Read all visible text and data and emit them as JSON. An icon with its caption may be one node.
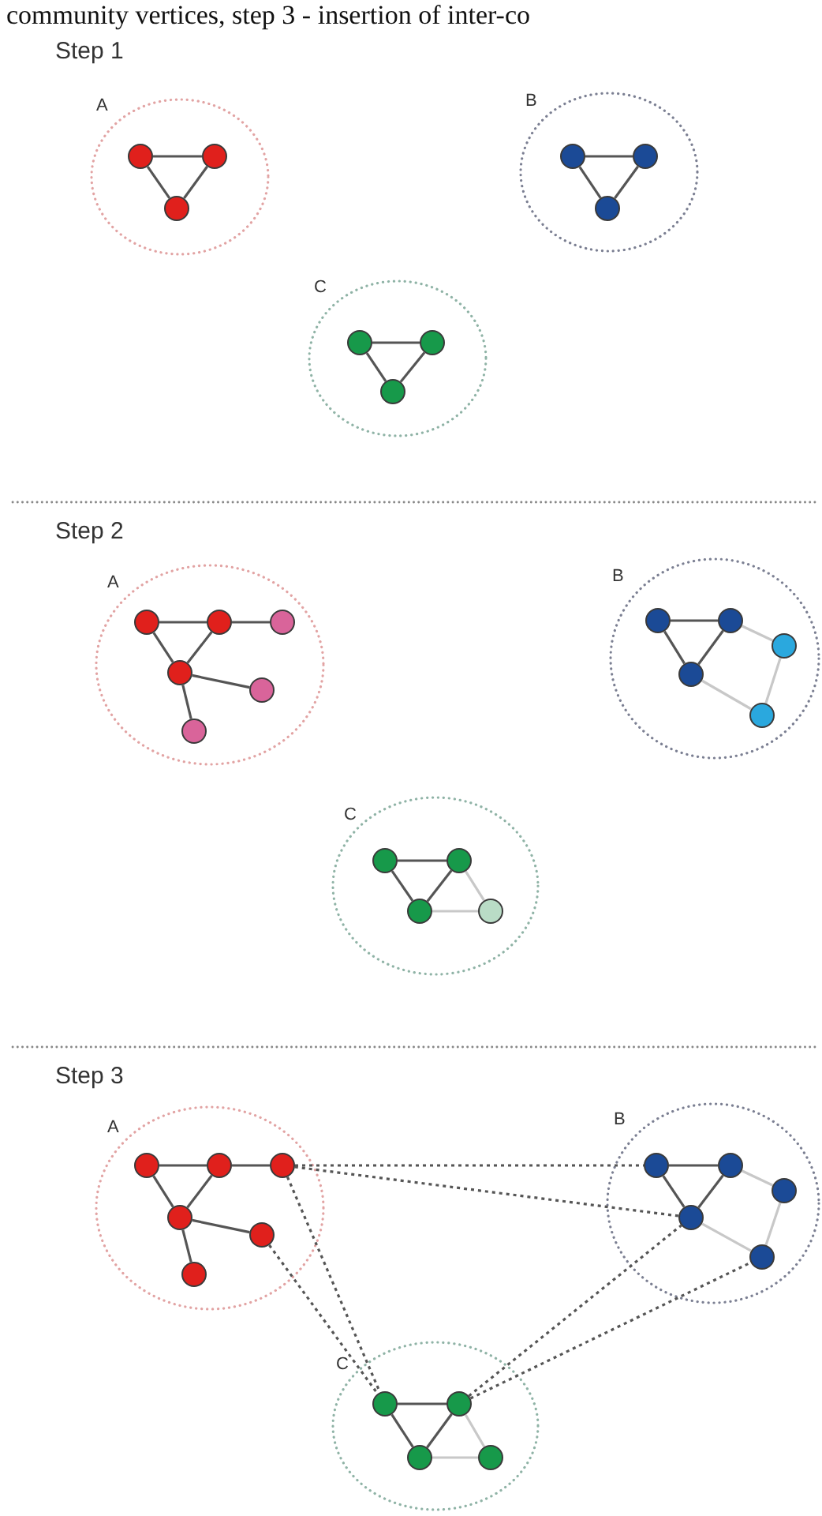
{
  "diagram": {
    "nodes": [
      {
        "text": [
          "Step 1"
        ]
      },
      {
        "text": [
          "A"
        ],
        "in": 0
      },
      {
        "text": [],
        "shape": "circle",
        "in": 1
      },
      {
        "text": [],
        "shape": "circle",
        "in": 1
      },
      {
        "text": [],
        "shape": "circle",
        "in": 1
      },
      {
        "text": [
          "B"
        ],
        "in": 0
      },
      {
        "text": [],
        "shape": "circle",
        "in": 5
      },
      {
        "text": [],
        "shape": "circle",
        "in": 5
      },
      {
        "text": [],
        "shape": "circle",
        "in": 5
      },
      {
        "text": [
          "C"
        ],
        "in": 0
      },
      {
        "text": [],
        "shape": "circle",
        "in": 9
      },
      {
        "text": [],
        "shape": "circle",
        "in": 9
      },
      {
        "text": [],
        "shape": "circle",
        "in": 9
      },
      {
        "text": [
          "Step 2"
        ]
      },
      {
        "text": [
          "A"
        ],
        "in": 13
      },
      {
        "text": [],
        "shape": "circle",
        "in": 14
      },
      {
        "text": [],
        "shape": "circle",
        "in": 14
      },
      {
        "text": [],
        "shape": "circle",
        "in": 14
      },
      {
        "text": [],
        "shape": "circle",
        "in": 14
      },
      {
        "text": [],
        "shape": "circle",
        "in": 14
      },
      {
        "text": [],
        "shape": "circle",
        "in": 14
      },
      {
        "text": [
          "B"
        ],
        "in": 13
      },
      {
        "text": [],
        "shape": "circle",
        "in": 21
      },
      {
        "text": [],
        "shape": "circle",
        "in": 21
      },
      {
        "text": [],
        "shape": "circle",
        "in": 21
      },
      {
        "text": [],
        "shape": "circle",
        "in": 21
      },
      {
        "text": [],
        "shape": "circle",
        "in": 21
      },
      {
        "text": [
          "C"
        ],
        "in": 13
      },
      {
        "text": [],
        "shape": "circle",
        "in": 27
      },
      {
        "text": [],
        "shape": "circle",
        "in": 27
      },
      {
        "text": [],
        "shape": "circle",
        "in": 27
      },
      {
        "text": [],
        "shape": "circle",
        "in": 27
      },
      {
        "text": [
          "Step 3"
        ]
      },
      {
        "text": [
          "A"
        ],
        "in": 32
      },
      {
        "text": [],
        "shape": "circle",
        "in": 33
      },
      {
        "text": [],
        "shape": "circle",
        "in": 33
      },
      {
        "text": [],
        "shape": "circle",
        "in": 33
      },
      {
        "text": [],
        "shape": "circle",
        "in": 33
      },
      {
        "text": [],
        "shape": "circle",
        "in": 33
      },
      {
        "text": [],
        "shape": "circle",
        "in": 33
      },
      {
        "text": [
          "B"
        ],
        "in": 32
      },
      {
        "text": [],
        "shape": "circle",
        "in": 40
      },
      {
        "text": [],
        "shape": "circle",
        "in": 40
      },
      {
        "text": [],
        "shape": "circle",
        "in": 40
      },
      {
        "text": [],
        "shape": "circle",
        "in": 40
      },
      {
        "text": [],
        "shape": "circle",
        "in": 40
      },
      {
        "text": [
          "C"
        ],
        "in": 32
      },
      {
        "text": [],
        "shape": "circle",
        "in": 46
      },
      {
        "text": [],
        "shape": "circle",
        "in": 46
      },
      {
        "text": [],
        "shape": "circle",
        "in": 46
      },
      {
        "text": [],
        "shape": "circle",
        "in": 46
      }
    ],
    "edges": [
      {
        "from": 2,
        "to": 3,
        "arrow": "none"
      },
      {
        "from": 2,
        "to": 4,
        "arrow": "none"
      },
      {
        "from": 3,
        "to": 4,
        "arrow": "none"
      },
      {
        "from": 6,
        "to": 7,
        "arrow": "none"
      },
      {
        "from": 6,
        "to": 8,
        "arrow": "none"
      },
      {
        "from": 7,
        "to": 8,
        "arrow": "none"
      },
      {
        "from": 10,
        "to": 11,
        "arrow": "none"
      },
      {
        "from": 10,
        "to": 12,
        "arrow": "none"
      },
      {
        "from": 11,
        "to": 12,
        "arrow": "none"
      },
      {
        "from": 15,
        "to": 16,
        "arrow": "none"
      },
      {
        "from": 16,
        "to": 17,
        "arrow": "none"
      },
      {
        "from": 15,
        "to": 18,
        "arrow": "none"
      },
      {
        "from": 16,
        "to": 18,
        "arrow": "none"
      },
      {
        "from": 18,
        "to": 19,
        "arrow": "none"
      },
      {
        "from": 18,
        "to": 20,
        "arrow": "none"
      },
      {
        "from": 22,
        "to": 23,
        "arrow": "none"
      },
      {
        "from": 22,
        "to": 24,
        "arrow": "none"
      },
      {
        "from": 23,
        "to": 24,
        "arrow": "none"
      },
      {
        "from": 23,
        "to": 25,
        "arrow": "none",
        "color": "#c8c8c8"
      },
      {
        "from": 25,
        "to": 26,
        "arrow": "none",
        "color": "#c8c8c8"
      },
      {
        "from": 24,
        "to": 26,
        "arrow": "none",
        "color": "#c8c8c8"
      },
      {
        "from": 28,
        "to": 29,
        "arrow": "none"
      },
      {
        "from": 28,
        "to": 30,
        "arrow": "none"
      },
      {
        "from": 29,
        "to": 30,
        "arrow": "none"
      },
      {
        "from": 29,
        "to": 31,
        "arrow": "none",
        "color": "#c8c8c8"
      },
      {
        "from": 30,
        "to": 31,
        "arrow": "none",
        "color": "#c8c8c8"
      },
      {
        "from": 34,
        "to": 35,
        "arrow": "none"
      },
      {
        "from": 35,
        "to": 36,
        "arrow": "none"
      },
      {
        "from": 34,
        "to": 37,
        "arrow": "none"
      },
      {
        "from": 35,
        "to": 37,
        "arrow": "none"
      },
      {
        "from": 37,
        "to": 38,
        "arrow": "none"
      },
      {
        "from": 37,
        "to": 39,
        "arrow": "none"
      },
      {
        "from": 41,
        "to": 42,
        "arrow": "none"
      },
      {
        "from": 41,
        "to": 43,
        "arrow": "none"
      },
      {
        "from": 42,
        "to": 43,
        "arrow": "none"
      },
      {
        "from": 42,
        "to": 44,
        "arrow": "none",
        "color": "#c8c8c8"
      },
      {
        "from": 44,
        "to": 45,
        "arrow": "none",
        "color": "#c8c8c8"
      },
      {
        "from": 43,
        "to": 45,
        "arrow": "none",
        "color": "#c8c8c8"
      },
      {
        "from": 47,
        "to": 48,
        "arrow": "none"
      },
      {
        "from": 47,
        "to": 49,
        "arrow": "none"
      },
      {
        "from": 48,
        "to": 49,
        "arrow": "none"
      },
      {
        "from": 48,
        "to": 50,
        "arrow": "none",
        "color": "#c8c8c8"
      },
      {
        "from": 49,
        "to": 50,
        "arrow": "none",
        "color": "#c8c8c8"
      },
      {
        "from": 36,
        "to": 41,
        "arrow": "none",
        "style": "dashed"
      },
      {
        "from": 36,
        "to": 43,
        "arrow": "none",
        "style": "dashed"
      },
      {
        "from": 36,
        "to": 47,
        "arrow": "none",
        "style": "dashed"
      },
      {
        "from": 38,
        "to": 47,
        "arrow": "none",
        "style": "dashed"
      },
      {
        "from": 48,
        "to": 43,
        "arrow": "none",
        "style": "dashed"
      },
      {
        "from": 48,
        "to": 45,
        "arrow": "none",
        "style": "dashed"
      }
    ],
    "labels": [
      "community vertices, step 3 - insertion of inter-co"
    ]
  }
}
